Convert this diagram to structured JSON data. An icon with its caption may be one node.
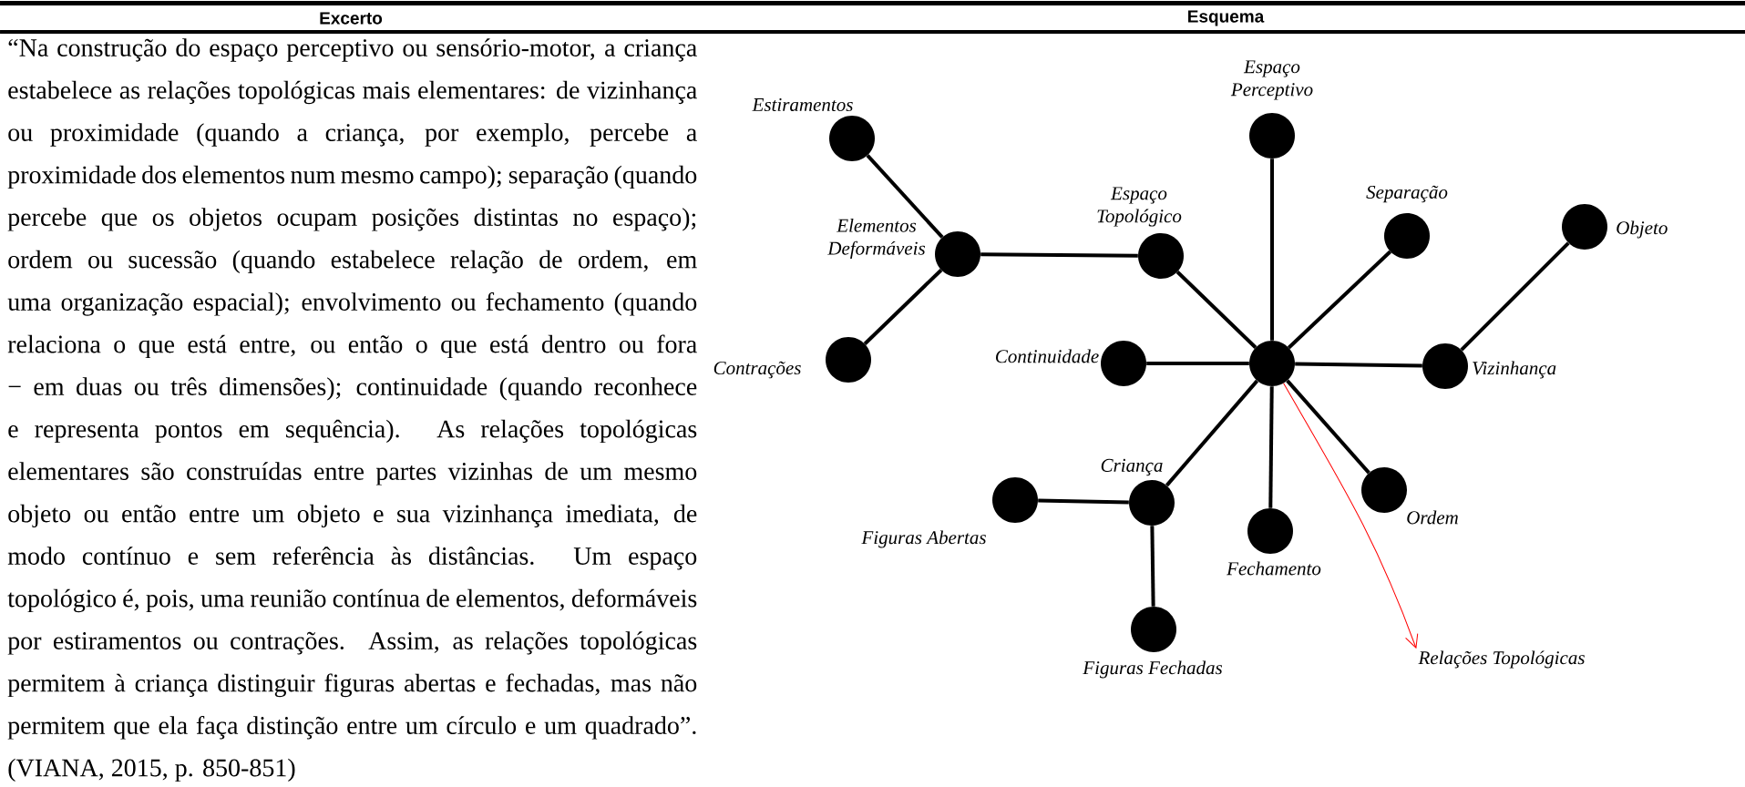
{
  "diagram": {
    "nodes": [
      {
        "text": [
          "Estiramentos"
        ]
      },
      {
        "text": [
          "Espaço Perceptivo"
        ]
      },
      {
        "text": [
          "Elementos Deformáveis"
        ]
      },
      {
        "text": [
          "Espaço Topológico"
        ]
      },
      {
        "text": [
          "Separação"
        ]
      },
      {
        "text": [
          "Objeto"
        ]
      },
      {
        "text": [
          "Contrações"
        ]
      },
      {
        "text": [
          "Continuidade"
        ]
      },
      {
        "text": [],
        "shape": "circle"
      },
      {
        "text": [
          "Vizinhança"
        ]
      },
      {
        "text": [
          "Criança"
        ]
      },
      {
        "text": [
          "Figuras Abertas"
        ]
      },
      {
        "text": [
          "Ordem"
        ]
      },
      {
        "text": [
          "Fechamento"
        ]
      },
      {
        "text": [
          "Figuras Fechadas"
        ]
      },
      {
        "text": [
          "Relações Topológicas"
        ]
      }
    ],
    "edges": [
      {
        "from": 0,
        "to": 2,
        "arrow": "none"
      },
      {
        "from": 6,
        "to": 2,
        "arrow": "none"
      },
      {
        "from": 2,
        "to": 3,
        "arrow": "none"
      },
      {
        "from": 3,
        "to": 8,
        "arrow": "none"
      },
      {
        "from": 1,
        "to": 8,
        "arrow": "none"
      },
      {
        "from": 4,
        "to": 8,
        "arrow": "none"
      },
      {
        "from": 7,
        "to": 8,
        "arrow": "none"
      },
      {
        "from": 9,
        "to": 8,
        "arrow": "none"
      },
      {
        "from": 5,
        "to": 9,
        "arrow": "none"
      },
      {
        "from": 10,
        "to": 8,
        "arrow": "none"
      },
      {
        "from": 11,
        "to": 10,
        "arrow": "none"
      },
      {
        "from": 14,
        "to": 10,
        "arrow": "none"
      },
      {
        "from": 12,
        "to": 8,
        "arrow": "none"
      },
      {
        "from": 13,
        "to": 8,
        "arrow": "none"
      },
      {
        "from": 8,
        "to": 15,
        "arrow": "to",
        "color": "#ff0000"
      }
    ],
    "labels": [
      "Excerto",
      "Esquema",
      "“Na construção do espaço perceptivo ou sensório-motor, a criança estabelece as relações topológicas mais elementares: de vizinhança ou proximidade (quando a criança, por exemplo, percebe a proximidade dos elementos num mesmo campo); separação (quando percebe que os objetos ocupam posições distintas no espaço); ordem ou sucessão (quando estabelece relação de ordem, em uma organização espacial); envolvimento ou fechamento (quando relaciona o que está entre, ou então o que está dentro ou fora − em duas ou três dimensões); continuidade (quando reconhece e representa pontos em sequência). As relações topológicas elementares são construídas entre partes vizinhas de um mesmo objeto ou então entre um objeto e sua vizinhança imediata, de modo contínuo e sem referência às distâncias. Um espaço topológico é, pois, uma reunião contínua de elementos, deformáveis por estiramentos ou contrações. Assim, as relações topológicas permitem à criança distinguir figuras abertas e fechadas, mas não permitem que ela faça distinção entre um círculo e um quadrado”. (VIANA, 2015, p. 850-851)"
    ]
  }
}
